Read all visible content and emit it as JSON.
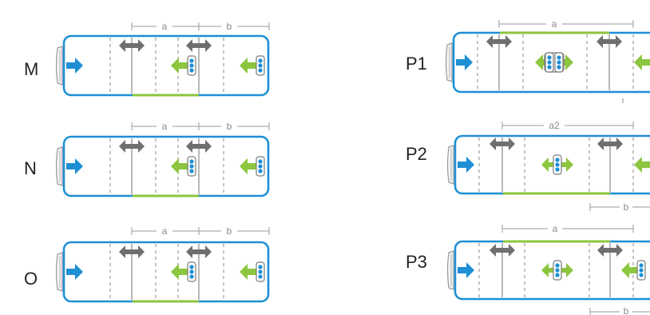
{
  "diagrams": [
    {
      "id": "M",
      "label": "M",
      "dims": [
        "a",
        "b"
      ]
    },
    {
      "id": "N",
      "label": "N",
      "dims": [
        "a",
        "b"
      ]
    },
    {
      "id": "O",
      "label": "O",
      "dims": [
        "a",
        "b"
      ]
    },
    {
      "id": "P1",
      "label": "P1",
      "dims": [
        "a"
      ]
    },
    {
      "id": "P2",
      "label": "P2",
      "dims": [
        "a2",
        "b"
      ]
    },
    {
      "id": "P3",
      "label": "P3",
      "dims": [
        "a",
        "b"
      ]
    }
  ],
  "colors": {
    "body": "#1e8fd5",
    "green": "#8cc63f",
    "gray": "#6f6f6f"
  },
  "icons": [
    "front-arrow-icon",
    "door-arrow-icon",
    "wheelchair-area-icon"
  ]
}
